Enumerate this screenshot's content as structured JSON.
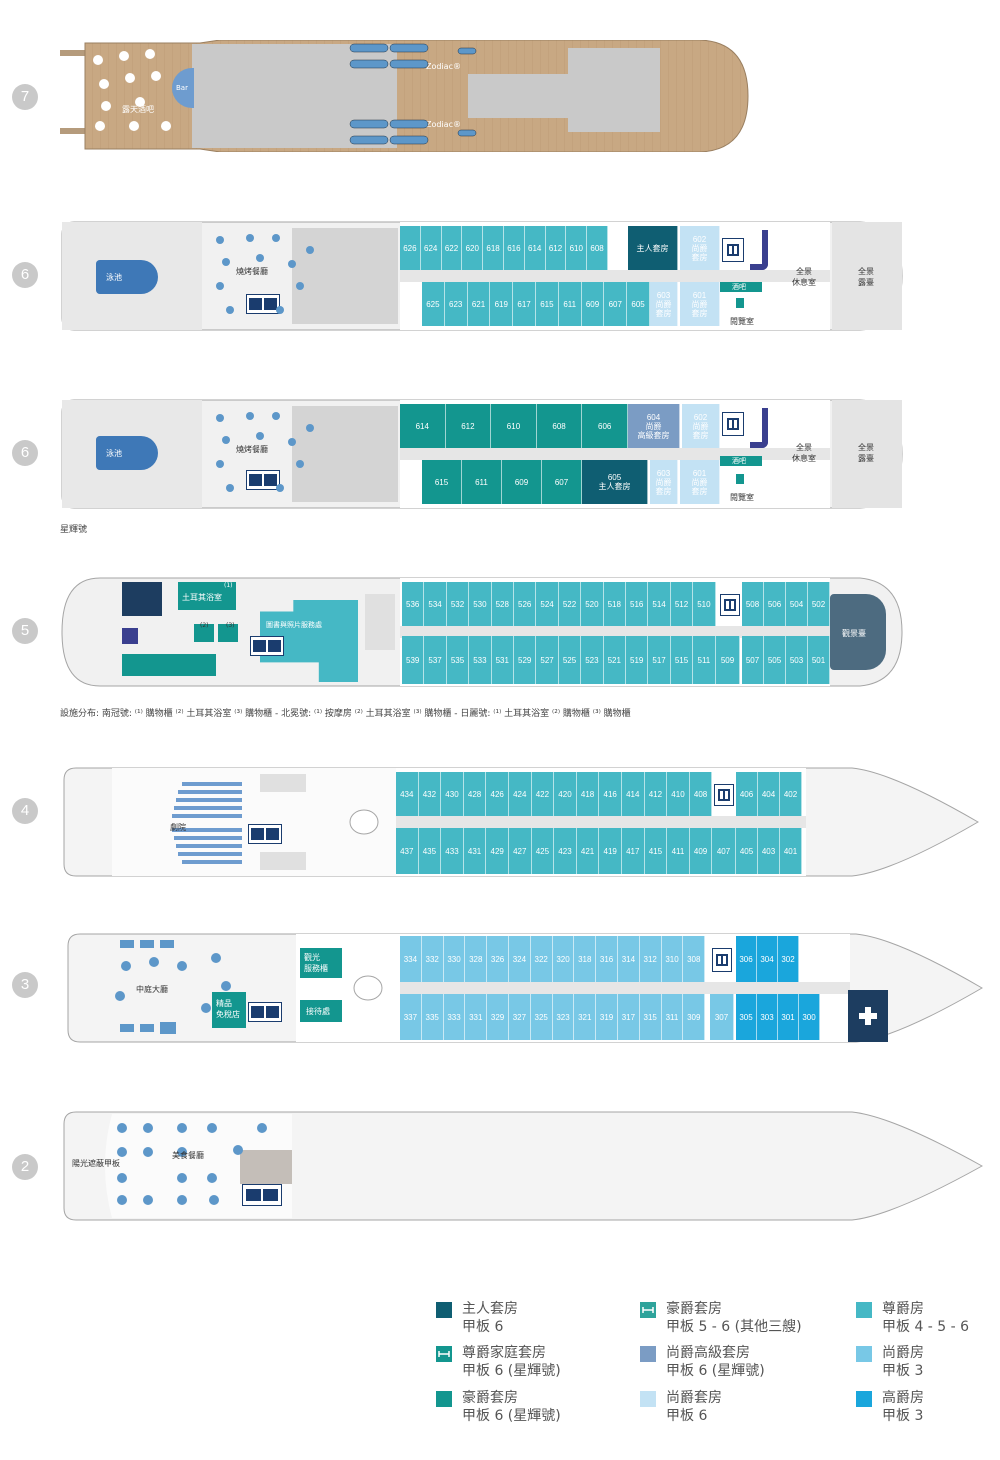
{
  "decks": {
    "d7": {
      "number": "7",
      "bar": "Bar",
      "sky_bar": "露天酒吧",
      "zodiac_top": "Zodiac®",
      "zodiac_bottom": "Zodiac®"
    },
    "d6a": {
      "number": "6",
      "pool": "泳池",
      "grill": "燒烤餐廳",
      "top_row": [
        "626",
        "624",
        "622",
        "620",
        "618",
        "616",
        "614",
        "612",
        "610",
        "608"
      ],
      "owner": "主人套房",
      "top_602": "602\n尚爵\n套房",
      "bottom_row": [
        "625",
        "623",
        "621",
        "619",
        "617",
        "615",
        "611",
        "609",
        "607",
        "605"
      ],
      "b603": "603\n尚爵\n套房",
      "b601": "601\n尚爵\n套房",
      "bar": "酒吧",
      "reading": "閱覽室",
      "panorama_lounge": "全景\n休息室",
      "panorama_deck": "全景\n露臺"
    },
    "d6b": {
      "number": "6",
      "pool": "泳池",
      "grill": "燒烤餐廳",
      "top_row": [
        "614",
        "612",
        "610",
        "608",
        "606"
      ],
      "t604": "604\n尚爵\n高級套房",
      "t602": "602\n尚爵\n套房",
      "bottom_row": [
        "615",
        "611",
        "609",
        "607"
      ],
      "b605": "605\n主人套房",
      "b603": "603\n尚爵\n套房",
      "b601": "601\n尚爵\n套房",
      "bar": "酒吧",
      "reading": "閱覽室",
      "panorama_lounge": "全景\n休息室",
      "panorama_deck": "全景\n露臺",
      "caption": "星輝號"
    },
    "d5": {
      "number": "5",
      "hammam": "土耳其浴室",
      "hammam_sup": "(1)",
      "sup2": "(2)",
      "sup3": "(3)",
      "library": "圖書與照片服務處",
      "observatory": "觀景臺",
      "top_row": [
        "536",
        "534",
        "532",
        "530",
        "528",
        "526",
        "524",
        "522",
        "520",
        "518",
        "516",
        "514",
        "512",
        "510"
      ],
      "top_after": [
        "508",
        "506",
        "504",
        "502"
      ],
      "bottom_row": [
        "539",
        "537",
        "535",
        "533",
        "531",
        "529",
        "527",
        "525",
        "523",
        "521",
        "519",
        "517",
        "515",
        "511"
      ],
      "b509": "509",
      "bottom_after": [
        "507",
        "505",
        "503",
        "501"
      ],
      "facilities": "設施分布: 南冠號: ⁽¹⁾ 購物櫃 ⁽²⁾ 土耳其浴室 ⁽³⁾ 購物櫃 - 北冕號: ⁽¹⁾ 按摩房 ⁽²⁾ 土耳其浴室 ⁽³⁾ 購物櫃 - 日麗號: ⁽¹⁾ 土耳其浴室 ⁽²⁾ 購物櫃 ⁽³⁾ 購物櫃"
    },
    "d4": {
      "number": "4",
      "theatre": "劇院",
      "top_row": [
        "434",
        "432",
        "430",
        "428",
        "426",
        "424",
        "422",
        "420",
        "418",
        "416",
        "414",
        "412",
        "410",
        "408"
      ],
      "top_after": [
        "406",
        "404",
        "402"
      ],
      "bottom_row": [
        "437",
        "435",
        "433",
        "431",
        "429",
        "427",
        "425",
        "423",
        "421",
        "419",
        "417",
        "415",
        "411",
        "409"
      ],
      "b407": "407",
      "bottom_after": [
        "405",
        "403",
        "401"
      ]
    },
    "d3": {
      "number": "3",
      "main_lounge": "中庭大廳",
      "boutique": "精品\n免稅店",
      "excursion": "觀光\n服務櫃",
      "reception": "接待處",
      "top_row": [
        "334",
        "332",
        "330",
        "328",
        "326",
        "324",
        "322",
        "320",
        "318",
        "316",
        "314",
        "312",
        "310",
        "308"
      ],
      "top_after": [
        "306",
        "304",
        "302"
      ],
      "bottom_row": [
        "337",
        "335",
        "333",
        "331",
        "329",
        "327",
        "325",
        "323",
        "321",
        "319",
        "317",
        "315",
        "311",
        "309"
      ],
      "b307": "307",
      "bottom_after": [
        "305",
        "303",
        "301",
        "300"
      ]
    },
    "d2": {
      "number": "2",
      "sun_deck": "陽光遮蔽甲板",
      "restaurant": "美食餐廳"
    }
  },
  "legend": [
    {
      "label": "主人套房",
      "sub": "甲板 6",
      "color": "#0f5e72"
    },
    {
      "label": "豪爵套房",
      "sub": "甲板 5 - 6 (其他三艘)",
      "color": "#2ea39b",
      "arrow": true
    },
    {
      "label": "尊爵房",
      "sub": "甲板 4 - 5 - 6",
      "color": "#45b8c5"
    },
    {
      "label": "尊爵家庭套房",
      "sub": "甲板 6 (星輝號)",
      "color": "#13968f",
      "arrow": true
    },
    {
      "label": "尚爵高級套房",
      "sub": "甲板 6 (星輝號)",
      "color": "#7b9cc4"
    },
    {
      "label": "尚爵房",
      "sub": "甲板 3",
      "color": "#78c8e6"
    },
    {
      "label": "豪爵套房",
      "sub": "甲板 6 (星輝號)",
      "color": "#13968f"
    },
    {
      "label": "尚爵套房",
      "sub": "甲板 6",
      "color": "#c3e2f4"
    },
    {
      "label": "高爵房",
      "sub": "甲板 3",
      "color": "#1aa6dc"
    }
  ],
  "colors": {
    "owner": "#0f5e72",
    "prestige": "#45b8c5",
    "superior": "#78c8e6",
    "deluxe": "#1aa6dc",
    "grand_deluxe": "#13968f",
    "grand_suite": "#7b9cc4",
    "privilege": "#c3e2f4",
    "wood": "#c8a883",
    "icon": "#5d97c9"
  }
}
